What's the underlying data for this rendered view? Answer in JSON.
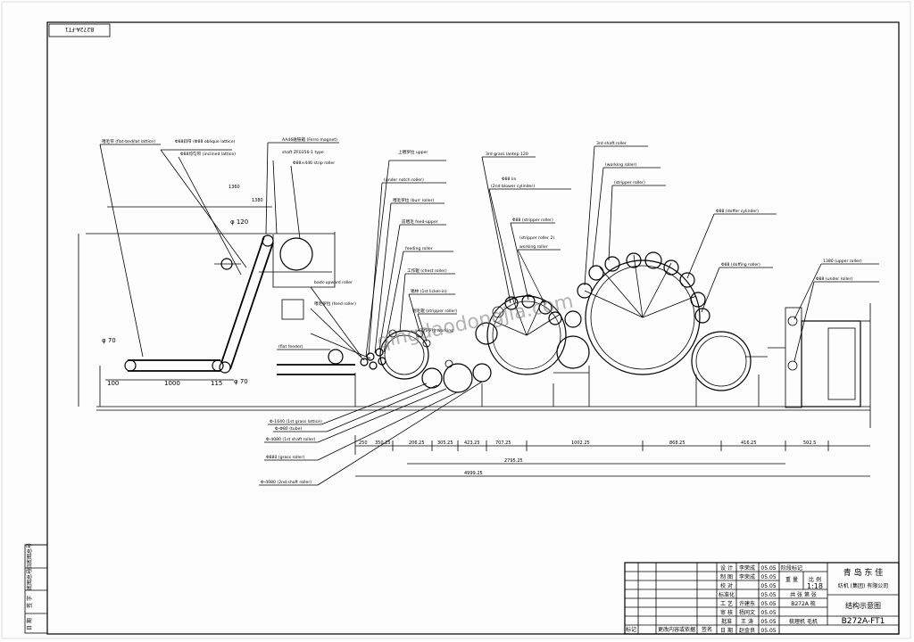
{
  "drawing": {
    "code_rotated": "B272A-FT1",
    "watermark": "qingdaodongjia.com",
    "dims": {
      "phi120": "φ 120",
      "phi70a": "φ 70",
      "phi70b": "φ 70",
      "d100": "100",
      "d1000": "1000",
      "d115": "115",
      "d1360": "1360",
      "d_top": "1380",
      "bottom_dims": [
        "250",
        "350.25",
        "206.25",
        "305.25",
        "423.25",
        "707.25",
        "1002.25",
        "868.25",
        "416.25",
        "502.5"
      ],
      "mid_dim": "2795.25",
      "lower_dim": "4999.25"
    },
    "labels_left": [
      "喂毛帘 (flat-bed/lat lattice)",
      "Φ88斜帘 (Φ88 oblique lattice)",
      "Φ88均匀帘 (inclined lattice)",
      "AA46磁铁箱 (Ferro magnet)",
      "shaft ZF0356-1 type",
      "Φ88×446 strip roller"
    ],
    "labels_mid": [
      "上喂罗拉 upper",
      "(under notch roller)",
      "喂毛罗拉 (burr roller)",
      "前喂毛 feed-upper",
      "feeding roller",
      "工作辊 (chest roller)",
      "锡林 (1st licker-in)",
      "剥毛辊 (stripper roller)",
      "工作罗拉 working",
      "back-upward roller",
      "喂毛罗拉 (feed roller)",
      "(flat feeder)"
    ],
    "labels_upper_mid": [
      "3rd grass lantep 120",
      "(2nd blower cylinder)",
      "Φ88 (stripper roller)",
      "working roller",
      "Φ88 lin",
      "(stripper roller 2)"
    ],
    "labels_right": [
      "3rd shaft roller",
      "(working roller)",
      "(stripper roller)",
      "Φ88 (doffer cylinder)",
      "Φ88 (doffing roller)",
      "1380 (upper roller)",
      "Φ88 (under roller)"
    ],
    "labels_bottom": [
      "Φ-1640 (1st grass lattice)",
      "Φ-4080 (1st shaft roller)",
      "Φ880 (grass roller)",
      "Φ-4080 (2nd shaft roller)",
      "Φ-Φ80 (tube)"
    ]
  },
  "title_block": {
    "left_rows": [
      "旧底图总号",
      "底图总号",
      "签 字",
      "日 期"
    ],
    "signature_cols": [
      "标记",
      "更改内容或依据",
      "签名"
    ],
    "role_labels": [
      "设 计",
      "制 图",
      "校 对",
      "标准化",
      "工 艺",
      "审 核",
      "批准",
      "日 期"
    ],
    "names": [
      "李荣成",
      "李荣成",
      "",
      "",
      "许建东",
      "杨同文",
      "王 涛",
      "赵金良"
    ],
    "dates": [
      "05.05",
      "05.05",
      "05.05",
      "05.05",
      "05.05",
      "05.05",
      "05.05",
      "05.05"
    ],
    "stage_label": "阶段标记",
    "weight_label": "重 量",
    "scale_label": "比 例",
    "scale_value": "1:18",
    "sheet_label": "共 张 第 张",
    "model": "B272A 梳",
    "machine_name": "梳理机 毛机",
    "company_line1": "青 岛 东 佳",
    "company_line2": "纺机 (集团) 有限公司",
    "drawing_title": "结构示意图",
    "drawing_code": "B272A-FT1"
  }
}
